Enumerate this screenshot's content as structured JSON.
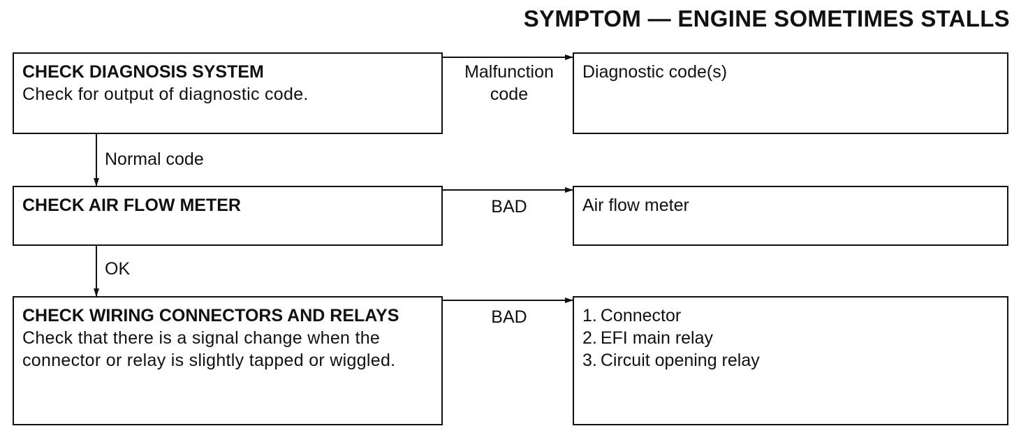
{
  "title": "SYMPTOM — ENGINE SOMETIMES STALLS",
  "steps": [
    {
      "heading": "CHECK DIAGNOSIS SYSTEM",
      "text": "Check for output of diagnostic code."
    },
    {
      "heading": "CHECK AIR FLOW METER",
      "text": ""
    },
    {
      "heading": "CHECK WIRING CONNECTORS AND RELAYS",
      "text": "Check that there is a signal change when the connector or relay is slightly tapped or wiggled."
    }
  ],
  "results": [
    {
      "items": [
        "Diagnostic code(s)"
      ]
    },
    {
      "items": [
        "Air flow meter"
      ]
    },
    {
      "items": [
        "1. Connector",
        "2. EFI main relay",
        "3. Circuit opening relay"
      ]
    }
  ],
  "branch_labels": {
    "step1_right": [
      "Malfunction",
      "code"
    ],
    "step2_right": "BAD",
    "step3_right": "BAD",
    "step1_down": "Normal code",
    "step2_down": "OK"
  }
}
